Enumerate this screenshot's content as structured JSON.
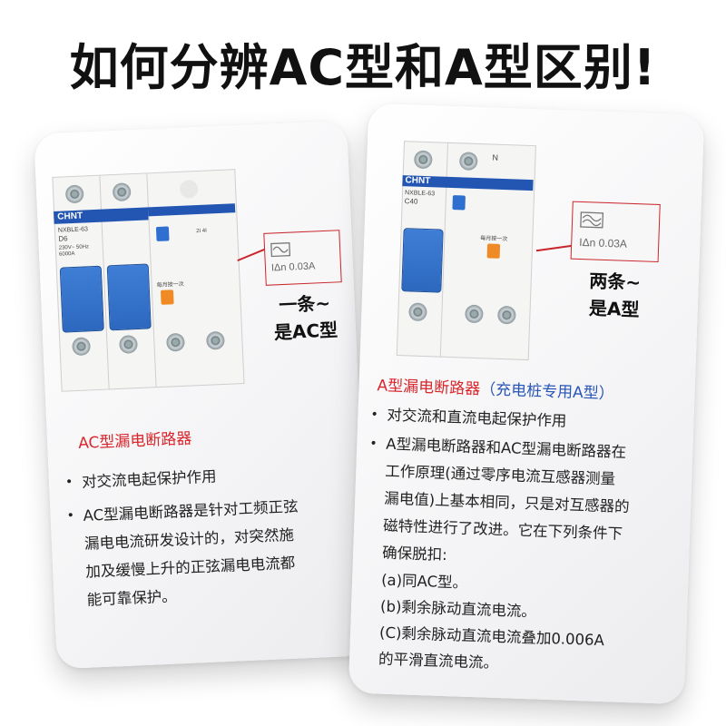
{
  "title": "如何分辨AC型和A型区别!",
  "left_card": {
    "breaker": {
      "brand": "CHNT",
      "model": "NXBLE-63",
      "rating": "D6",
      "spec_text": "230V~ 50Hz 6000A",
      "marking": "2I 4I",
      "sensitivity": "IΔn 0.03A",
      "small_label": "每月按一次"
    },
    "callout": [
      "一条~",
      "是AC型"
    ],
    "section_title": "AC型漏电断路器",
    "bullets": [
      "对交流电起保护作用",
      "AC型漏电断路器是针对工频正弦漏电电流研发设计的，对突然施加及缓慢上升的正弦漏电电流都能可靠保护。"
    ],
    "bullet_lines": [
      [
        "对交流电起保护作用"
      ],
      [
        "AC型漏电断路器是针对工频正弦",
        "漏电电流研发设计的，对突然施",
        "加及缓慢上升的正弦漏电电流都",
        "能可靠保护。"
      ]
    ]
  },
  "right_card": {
    "breaker": {
      "brand": "CHNT",
      "model": "NXBLE-63",
      "rating": "C40",
      "n_label": "N",
      "sensitivity": "IΔn 0.03A",
      "small_label": "每月按一次"
    },
    "callout": [
      "两条~",
      "是A型"
    ],
    "section_title_red": "A型漏电断路器",
    "section_title_blue": "（充电桩专用A型）",
    "bullet_lines": [
      [
        "对交流和直流电起保护作用"
      ],
      [
        "A型漏电断路器和AC型漏电断路器在",
        "工作原理(通过零序电流互感器测量",
        "漏电值)上基本相同，只是对互感器的",
        "磁特性进行了改进。它在下列条件下",
        "确保脱扣:"
      ]
    ],
    "conditions": [
      "(a)同AC型。",
      "(b)剩余脉动直流电流。",
      "(C)剩余脉动直流电流叠加0.006A",
      "的平滑直流电流。"
    ]
  },
  "colors": {
    "red": "#d8262b",
    "blue": "#2a56b8",
    "brand_blue": "#2356b3"
  }
}
